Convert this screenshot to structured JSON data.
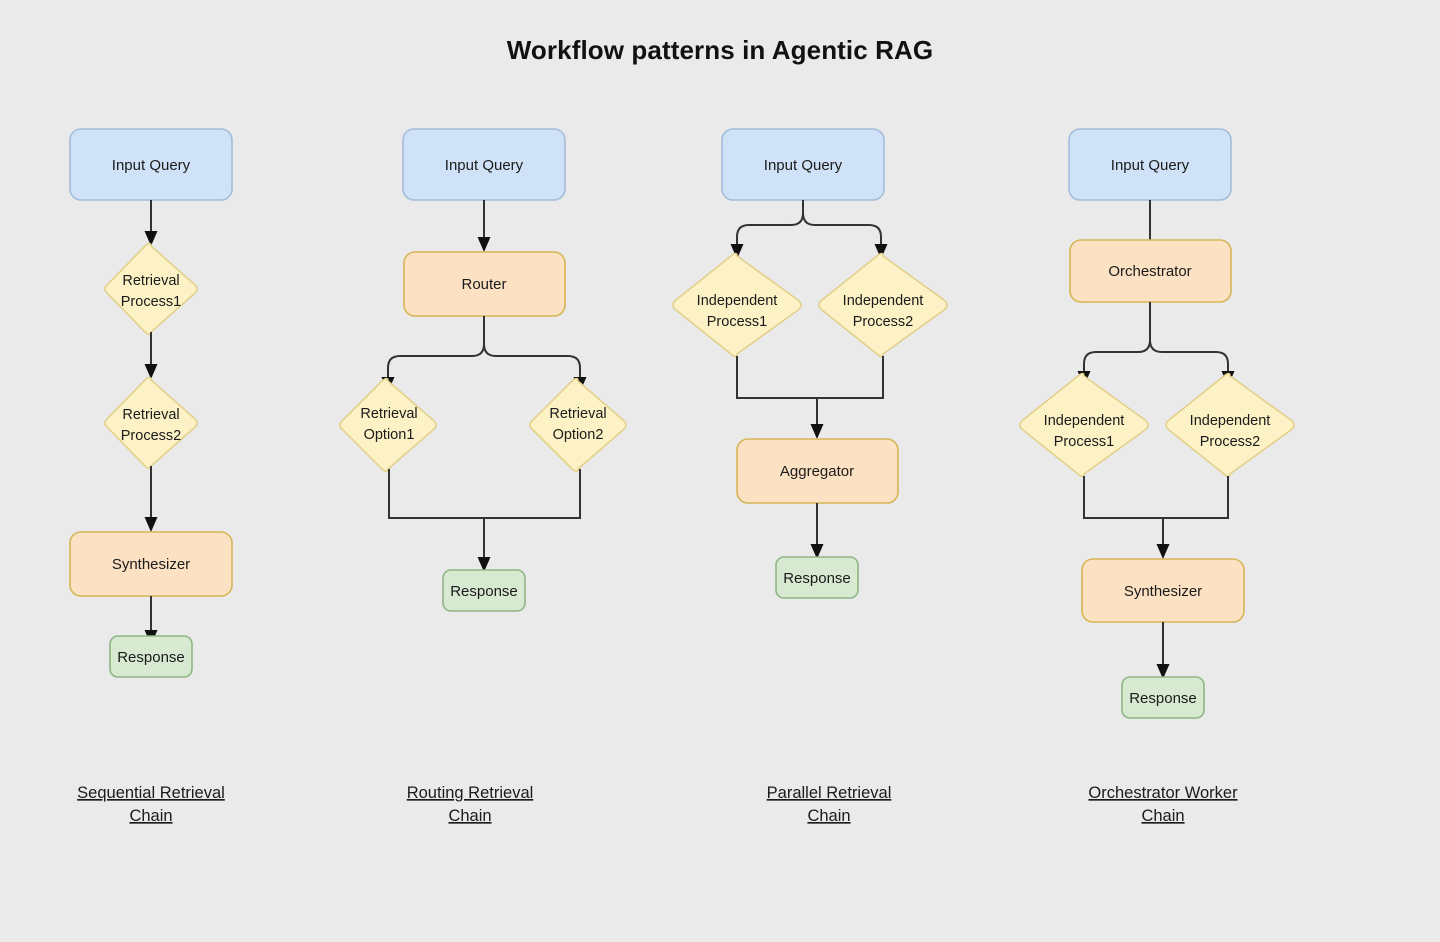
{
  "title": "Workflow patterns in Agentic RAG",
  "background_color": "#eaeaea",
  "palette": {
    "input_fill": "#cfe2f7",
    "input_stroke": "#a3bddb",
    "process_fill": "#fdf2c6",
    "process_stroke": "#e3d08a",
    "action_fill": "#fce1c3",
    "action_stroke": "#d6b656",
    "response_fill": "#d7e9d0",
    "response_stroke": "#8fb584",
    "edge_color": "#333333",
    "text_color": "#1b1b1b"
  },
  "columns": [
    {
      "id": "sequential",
      "caption_line1": "Sequential Retrieval",
      "caption_line2": "Chain",
      "nodes": [
        {
          "id": "seq-input",
          "label": "Input Query",
          "shape": "rounded-rect",
          "type": "input"
        },
        {
          "id": "seq-p1",
          "label_line1": "Retrieval",
          "label_line2": "Process1",
          "shape": "diamond",
          "type": "process"
        },
        {
          "id": "seq-p2",
          "label_line1": "Retrieval",
          "label_line2": "Process2",
          "shape": "diamond",
          "type": "process"
        },
        {
          "id": "seq-synth",
          "label": "Synthesizer",
          "shape": "rounded-rect",
          "type": "action"
        },
        {
          "id": "seq-resp",
          "label": "Response",
          "shape": "rounded-rect",
          "type": "response"
        }
      ]
    },
    {
      "id": "routing",
      "caption_line1": "Routing Retrieval",
      "caption_line2": "Chain",
      "nodes": [
        {
          "id": "rt-input",
          "label": "Input Query",
          "shape": "rounded-rect",
          "type": "input"
        },
        {
          "id": "rt-router",
          "label": "Router",
          "shape": "rounded-rect",
          "type": "action"
        },
        {
          "id": "rt-o1",
          "label_line1": "Retrieval",
          "label_line2": "Option1",
          "shape": "diamond",
          "type": "process"
        },
        {
          "id": "rt-o2",
          "label_line1": "Retrieval",
          "label_line2": "Option2",
          "shape": "diamond",
          "type": "process"
        },
        {
          "id": "rt-resp",
          "label": "Response",
          "shape": "rounded-rect",
          "type": "response"
        }
      ]
    },
    {
      "id": "parallel",
      "caption_line1": "Parallel Retrieval",
      "caption_line2": "Chain",
      "nodes": [
        {
          "id": "pl-input",
          "label": "Input Query",
          "shape": "rounded-rect",
          "type": "input"
        },
        {
          "id": "pl-i1",
          "label_line1": "Independent",
          "label_line2": "Process1",
          "shape": "diamond",
          "type": "process"
        },
        {
          "id": "pl-i2",
          "label_line1": "Independent",
          "label_line2": "Process2",
          "shape": "diamond",
          "type": "process"
        },
        {
          "id": "pl-agg",
          "label": "Aggregator",
          "shape": "rounded-rect",
          "type": "action"
        },
        {
          "id": "pl-resp",
          "label": "Response",
          "shape": "rounded-rect",
          "type": "response"
        }
      ]
    },
    {
      "id": "orchestrator",
      "caption_line1": "Orchestrator Worker",
      "caption_line2": "Chain",
      "nodes": [
        {
          "id": "or-input",
          "label": "Input Query",
          "shape": "rounded-rect",
          "type": "input"
        },
        {
          "id": "or-orch",
          "label": "Orchestrator",
          "shape": "rounded-rect",
          "type": "action"
        },
        {
          "id": "or-i1",
          "label_line1": "Independent",
          "label_line2": "Process1",
          "shape": "diamond",
          "type": "process"
        },
        {
          "id": "or-i2",
          "label_line1": "Independent",
          "label_line2": "Process2",
          "shape": "diamond",
          "type": "process"
        },
        {
          "id": "or-synth",
          "label": "Synthesizer",
          "shape": "rounded-rect",
          "type": "action"
        },
        {
          "id": "or-resp",
          "label": "Response",
          "shape": "rounded-rect",
          "type": "response"
        }
      ]
    }
  ]
}
